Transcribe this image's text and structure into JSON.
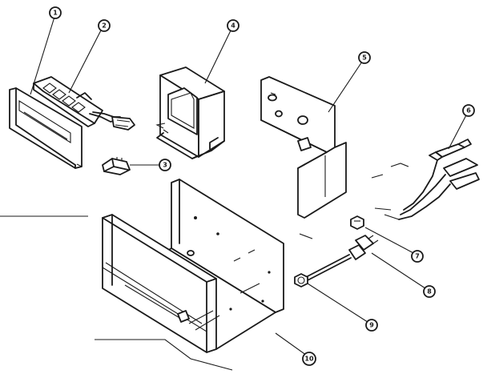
{
  "callouts": [
    {
      "id": "1",
      "label": "1"
    },
    {
      "id": "2",
      "label": "2"
    },
    {
      "id": "3",
      "label": "3"
    },
    {
      "id": "4",
      "label": "4"
    },
    {
      "id": "5",
      "label": "5"
    },
    {
      "id": "6",
      "label": "6"
    },
    {
      "id": "7",
      "label": "7"
    },
    {
      "id": "8",
      "label": "8"
    },
    {
      "id": "9",
      "label": "9"
    },
    {
      "id": "10",
      "label": "10"
    }
  ],
  "colors": {
    "ink": "#1a1a1a",
    "paper": "#ffffff"
  }
}
